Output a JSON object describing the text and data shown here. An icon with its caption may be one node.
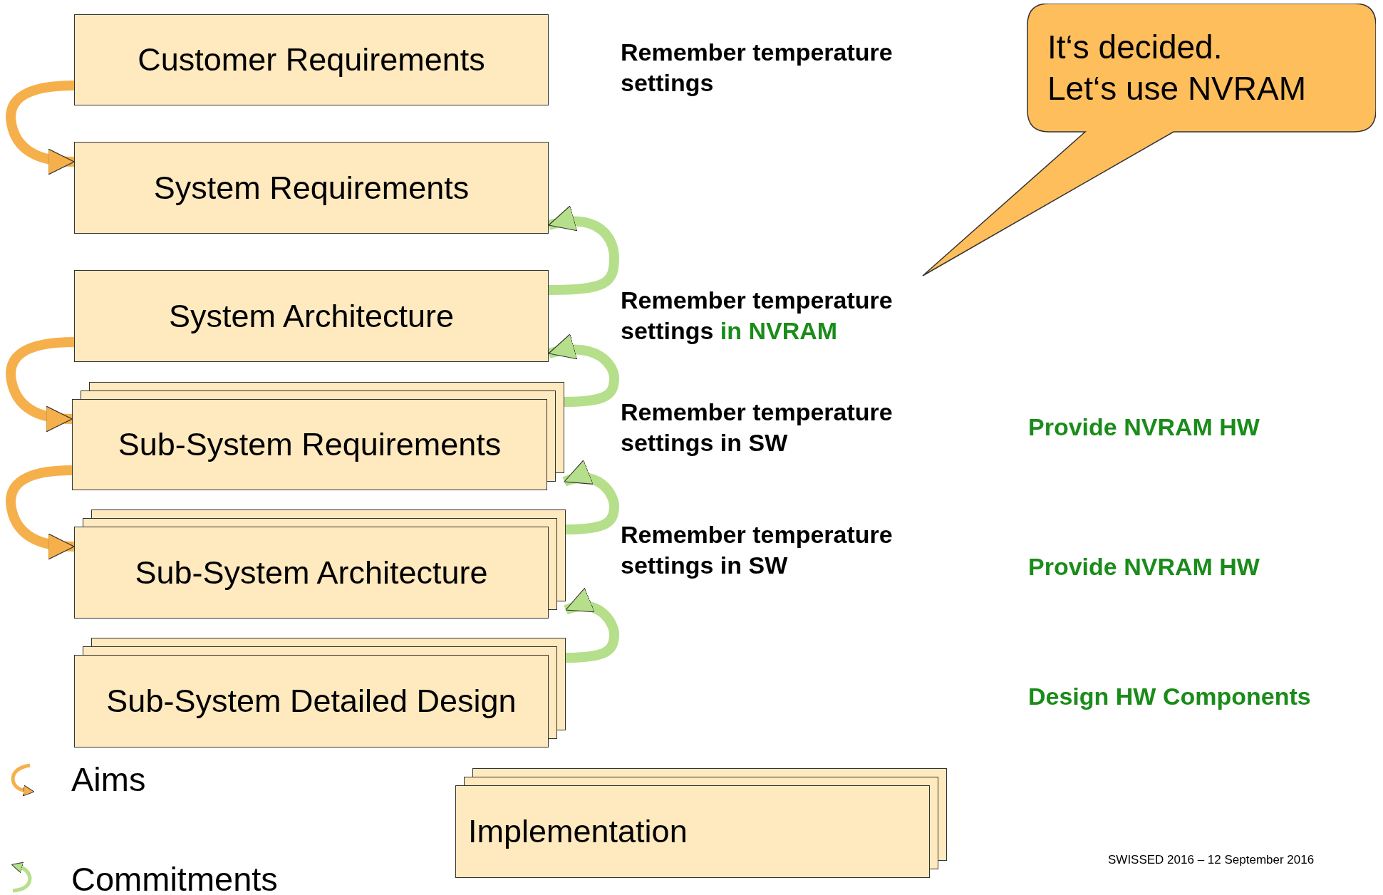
{
  "diagram": {
    "nodes": [
      {
        "text": [
          "Customer Requirements"
        ]
      },
      {
        "text": [
          "System Requirements"
        ]
      },
      {
        "text": [
          "System Architecture"
        ]
      },
      {
        "text": [
          "Sub-System Requirements"
        ]
      },
      {
        "text": [
          "Sub-System Architecture"
        ]
      },
      {
        "text": [
          "Sub-System Detailed Design"
        ]
      },
      {
        "text": [
          "Implementation"
        ]
      },
      {
        "text": [
          "It‘s decided.",
          "Let‘s use NVRAM"
        ]
      }
    ],
    "edges": [
      {
        "from": 0,
        "to": 1,
        "arrow": "to",
        "color": "#f5b04c"
      },
      {
        "from": 2,
        "to": 3,
        "arrow": "to",
        "color": "#f5b04c"
      },
      {
        "from": 3,
        "to": 4,
        "arrow": "to",
        "color": "#f5b04c"
      },
      {
        "from": 2,
        "to": 1,
        "arrow": "to"
      },
      {
        "from": 3,
        "to": 2,
        "arrow": "to"
      },
      {
        "from": 4,
        "to": 3,
        "arrow": "to"
      },
      {
        "from": 5,
        "to": 4,
        "arrow": "to"
      }
    ],
    "labels": [
      "Remember temperature settings",
      "Remember temperature settings",
      "in NVRAM",
      "Remember temperature settings in SW",
      "Remember temperature settings in SW",
      "Provide NVRAM HW",
      "Provide NVRAM HW",
      "Design HW Components",
      "SWISSED 2016 – 12 September 2016"
    ],
    "legend": [
      {
        "text": "Aims"
      },
      {
        "text": "Commitments"
      }
    ]
  }
}
